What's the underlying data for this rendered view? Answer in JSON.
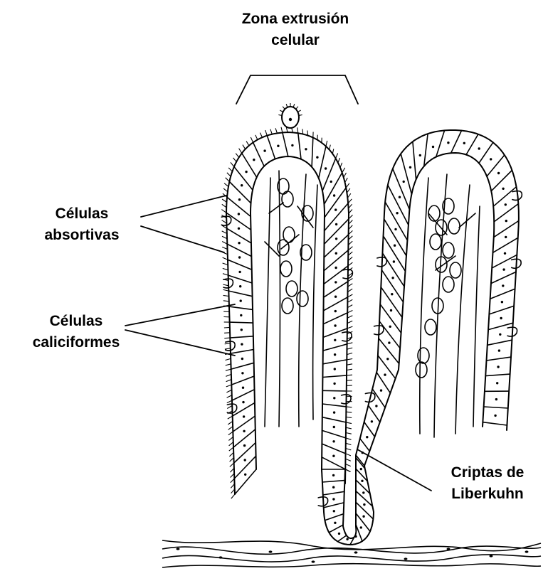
{
  "labels": {
    "zona": {
      "line1": "Zona extrusión",
      "line2": "celular"
    },
    "absortivas": {
      "line1": "Células",
      "line2": "absortivas"
    },
    "caliciformes": {
      "line1": "Células",
      "line2": "caliciformes"
    },
    "criptas": {
      "line1": "Criptas de",
      "line2": "Liberkuhn"
    }
  },
  "colors": {
    "ink": "#000000",
    "background": "#ffffff"
  }
}
